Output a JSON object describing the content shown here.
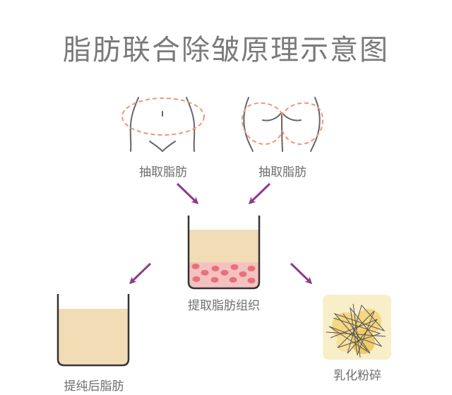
{
  "title": "脂肪联合除皱原理示意图",
  "labels": {
    "extract_left": "抽取脂肪",
    "extract_right": "抽取脂肪",
    "extract_tissue": "提取脂肪组织",
    "purified_fat": "提纯后脂肪",
    "emulsify": "乳化粉碎"
  },
  "colors": {
    "outline": "#666666",
    "dashed_oval": "#f0957a",
    "arrow": "#8e3b8c",
    "fat_fill": "#f1dcb6",
    "blood_layer": "#f3c2c0",
    "blood_cell": "#e8707a",
    "emulsion_bg": "#f8efc9",
    "emulsion_blob": "#f5d37a"
  }
}
